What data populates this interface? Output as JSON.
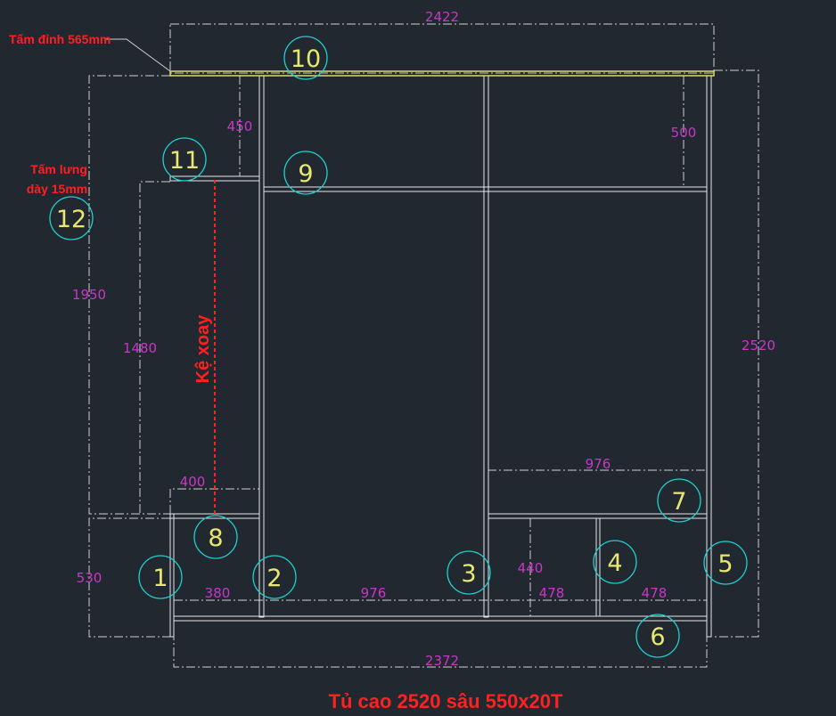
{
  "drawing": {
    "title": "Tủ cao 2520 sâu 550x20T",
    "labels": {
      "top_panel": "Tấm đỉnh 565mm",
      "back_panel_line1": "Tấm lưng",
      "back_panel_line2": "dày 15mm",
      "rotating_shelf": "Kệ xoay"
    },
    "dimensions": {
      "top_width": "2422",
      "bottom_width": "2372",
      "total_height": "2520",
      "left_height": "1950",
      "left_inner_height": "1480",
      "left_base_height": "530",
      "top_left_bay": "450",
      "top_right_bay": "500",
      "small_shelf": "400",
      "right_shelf": "976",
      "bottom_left_bay": "380",
      "bottom_center_bay": "976",
      "bottom_right_bay_a": "478",
      "bottom_right_bay_b": "478",
      "drawer_height": "440"
    },
    "markers": [
      "1",
      "2",
      "3",
      "4",
      "5",
      "6",
      "7",
      "8",
      "9",
      "10",
      "11",
      "12"
    ],
    "colors": {
      "background": "#212830",
      "panel_line": "#e6e6e6",
      "dash_line": "#d0d0d0",
      "dimension_text": "#c837c8",
      "marker_circle": "#1fd1d1",
      "marker_text": "#e8e870",
      "top_panel_line": "#e8e870",
      "annotation_red": "#ff2020"
    }
  }
}
